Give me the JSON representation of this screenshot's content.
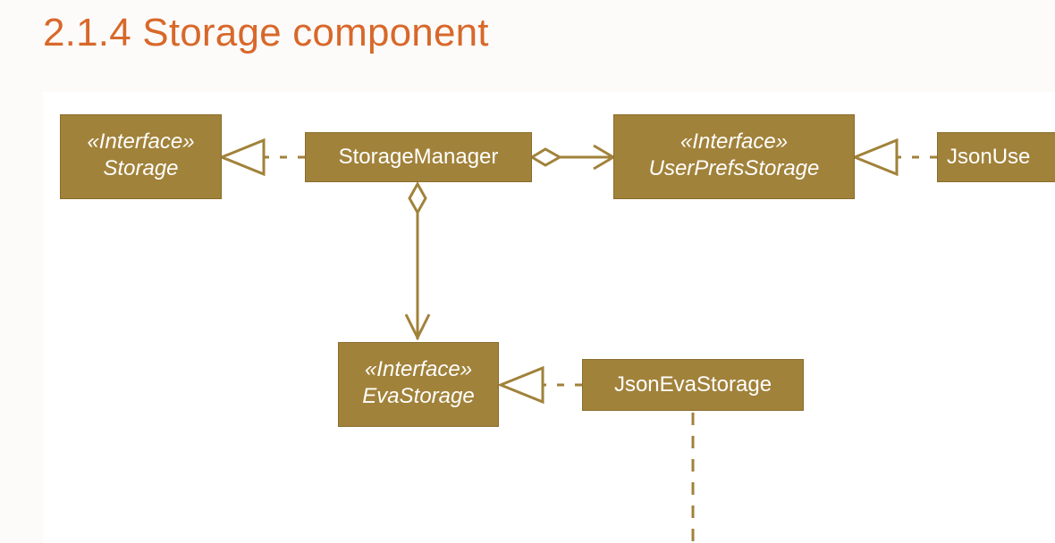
{
  "heading": "2.1.4 Storage component",
  "nodes": {
    "storage": {
      "stereotype": "«Interface»",
      "name": "Storage"
    },
    "storage_manager": {
      "name": "StorageManager"
    },
    "user_prefs_storage": {
      "stereotype": "«Interface»",
      "name": "UserPrefsStorage"
    },
    "json_user_prefs_storage": {
      "name": "JsonUse"
    },
    "eva_storage": {
      "stereotype": "«Interface»",
      "name": "EvaStorage"
    },
    "json_eva_storage": {
      "name": "JsonEvaStorage"
    }
  },
  "relations": [
    {
      "from": "StorageManager",
      "to": "Storage",
      "type": "realization"
    },
    {
      "from": "StorageManager",
      "to": "UserPrefsStorage",
      "type": "aggregation"
    },
    {
      "from": "StorageManager",
      "to": "EvaStorage",
      "type": "aggregation"
    },
    {
      "from": "JsonUse",
      "to": "UserPrefsStorage",
      "type": "realization"
    },
    {
      "from": "JsonEvaStorage",
      "to": "EvaStorage",
      "type": "realization"
    }
  ],
  "colors": {
    "heading": "#d8682a",
    "node_fill": "#a1823a",
    "edge": "#a1823a",
    "node_text": "#ffffff"
  }
}
